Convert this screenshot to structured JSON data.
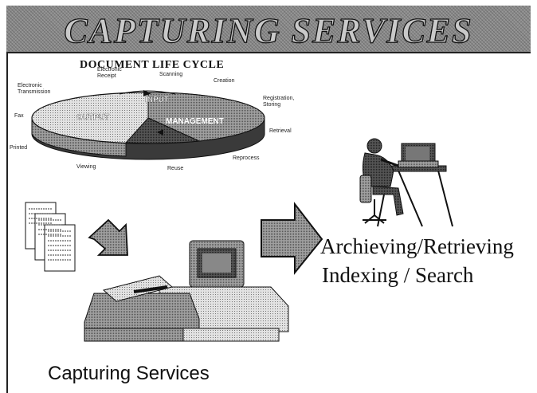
{
  "header": {
    "title": "CAPTURING SERVICES"
  },
  "lifecycle": {
    "title": "DOCUMENT LIFE CYCLE",
    "segments": [
      "INPUT",
      "OUTPUT",
      "MANAGEMENT"
    ],
    "labels": {
      "electronic_receipt": "Electronic\nReceipt",
      "scanning": "Scanning",
      "creation": "Creation",
      "registration_storing": "Registration,\nStoring",
      "retrieval": "Retrieval",
      "reprocess": "Reprocess",
      "reuse": "Reuse",
      "viewing": "Viewing",
      "printed": "Printed",
      "fax": "Fax",
      "electronic_transmission": "Electronic\nTransmission"
    }
  },
  "labels": {
    "archiving": "Archieving/Retrieving",
    "indexing": "Indexing / Search",
    "capturing": "Capturing Services"
  }
}
